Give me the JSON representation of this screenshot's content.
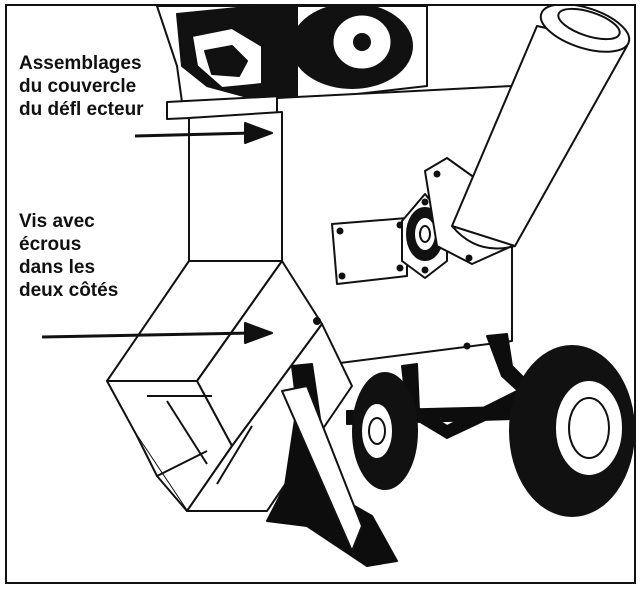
{
  "callouts": {
    "deflector_cover": {
      "lines": [
        "Assemblages",
        "du couvercle",
        "du défl ecteur"
      ]
    },
    "bolts_nuts": {
      "lines": [
        "Vis avec",
        "écrous",
        "dans les",
        "deux côtés"
      ]
    }
  },
  "colors": {
    "line": "#111111",
    "fill": "#ffffff",
    "dark": "#0d0d0d"
  }
}
